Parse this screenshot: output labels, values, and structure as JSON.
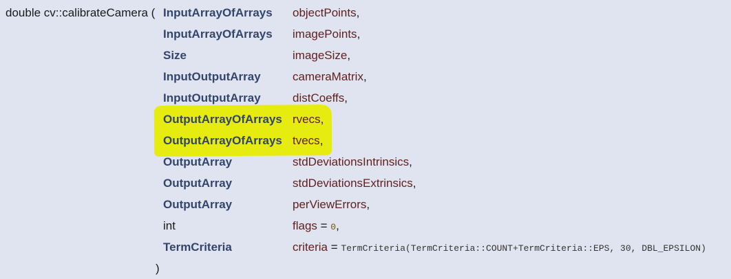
{
  "signature": {
    "prefix": "double cv::calibrateCamera (",
    "params": [
      {
        "type": "InputArrayOfArrays",
        "name": "objectPoints",
        "suffix": ",",
        "highlighted": false
      },
      {
        "type": "InputArrayOfArrays",
        "name": "imagePoints",
        "suffix": ",",
        "highlighted": false
      },
      {
        "type": "Size",
        "name": "imageSize",
        "suffix": ",",
        "highlighted": false
      },
      {
        "type": "InputOutputArray",
        "name": "cameraMatrix",
        "suffix": ",",
        "highlighted": false
      },
      {
        "type": "InputOutputArray",
        "name": "distCoeffs",
        "suffix": ",",
        "highlighted": false
      },
      {
        "type": "OutputArrayOfArrays",
        "name": "rvecs",
        "suffix": ",",
        "highlighted": true
      },
      {
        "type": "OutputArrayOfArrays",
        "name": "tvecs",
        "suffix": ",",
        "highlighted": true
      },
      {
        "type": "OutputArray",
        "name": "stdDeviationsIntrinsics",
        "suffix": ",",
        "highlighted": false
      },
      {
        "type": "OutputArray",
        "name": "stdDeviationsExtrinsics",
        "suffix": ",",
        "highlighted": false
      },
      {
        "type": "OutputArray",
        "name": "perViewErrors",
        "suffix": ",",
        "highlighted": false
      },
      {
        "type": "int",
        "name": "flags",
        "default_op": " = ",
        "default_value": "0",
        "suffix": ",",
        "highlighted": false
      },
      {
        "type": "TermCriteria",
        "name": "criteria",
        "default_op": " = ",
        "default_value": "TermCriteria(TermCriteria::COUNT+TermCriteria::EPS, 30, DBL_EPSILON)",
        "suffix": "",
        "highlighted": false
      }
    ],
    "close": ")"
  },
  "colors": {
    "background": "#e0e4f0",
    "type_color": "#34456b",
    "name_color": "#602020",
    "highlight": "#e6ec10"
  }
}
